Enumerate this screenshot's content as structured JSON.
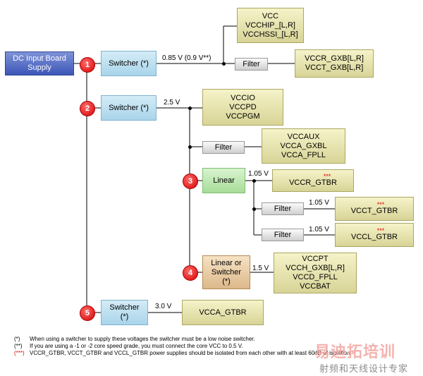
{
  "source": "DC Input Board Supply",
  "badges": [
    "1",
    "2",
    "3",
    "4",
    "5"
  ],
  "regulators": {
    "sw1": "Switcher (*)",
    "sw2": "Switcher (*)",
    "linear": "Linear",
    "linsw_line1": "Linear or",
    "linsw_line2": "Switcher",
    "linsw_line3": "(*)",
    "sw5_line1": "Switcher",
    "sw5_line2": "(*)"
  },
  "filters": {
    "f1": "Filter",
    "f2": "Filter",
    "f3": "Filter",
    "f4": "Filter"
  },
  "voltages": {
    "v1": "0.85 V (0.9 V**)",
    "v2": "2.5 V",
    "v3": "1.05 V",
    "v4": "1.05 V",
    "v5": "1.05 V",
    "v6": "1.5 V",
    "v7": "3.0 V"
  },
  "rails": {
    "r1": [
      "VCC",
      "VCCHIP_[L,R]",
      "VCCHSSI_[L,R]"
    ],
    "r2": [
      "VCCR_GXB[L,R]",
      "VCCT_GXB[L,R]"
    ],
    "r3": [
      "VCCIO",
      "VCCPD",
      "VCCPGM"
    ],
    "r4": [
      "VCCAUX",
      "VCCA_GXBL",
      "VCCA_FPLL"
    ],
    "r5": "VCCR_GTBR",
    "r6": "VCCT_GTBR",
    "r7": "VCCL_GTBR",
    "r8": [
      "VCCPT",
      "VCCH_GXB[L,R]",
      "VCCD_FPLL",
      "VCCBAT"
    ],
    "r9": "VCCA_GTBR",
    "stars": "***"
  },
  "notes": [
    {
      "mark": "(*)",
      "text": "When using a switcher to supply these voltages the switcher must be a low noise switcher."
    },
    {
      "mark": "(**)",
      "text": "If you are using a -1 or -2 core speed grade, you must connect the core VCC to 0.5 V."
    },
    {
      "mark": "(***)",
      "text": "VCCR_GTBR, VCCT_GTBR and VCCL_GTBR power supplies should be isolated from each other with at least 60dB of isolation."
    }
  ],
  "watermark": {
    "line1": "易迪拓培训",
    "line2": "射频和天线设计专家"
  }
}
